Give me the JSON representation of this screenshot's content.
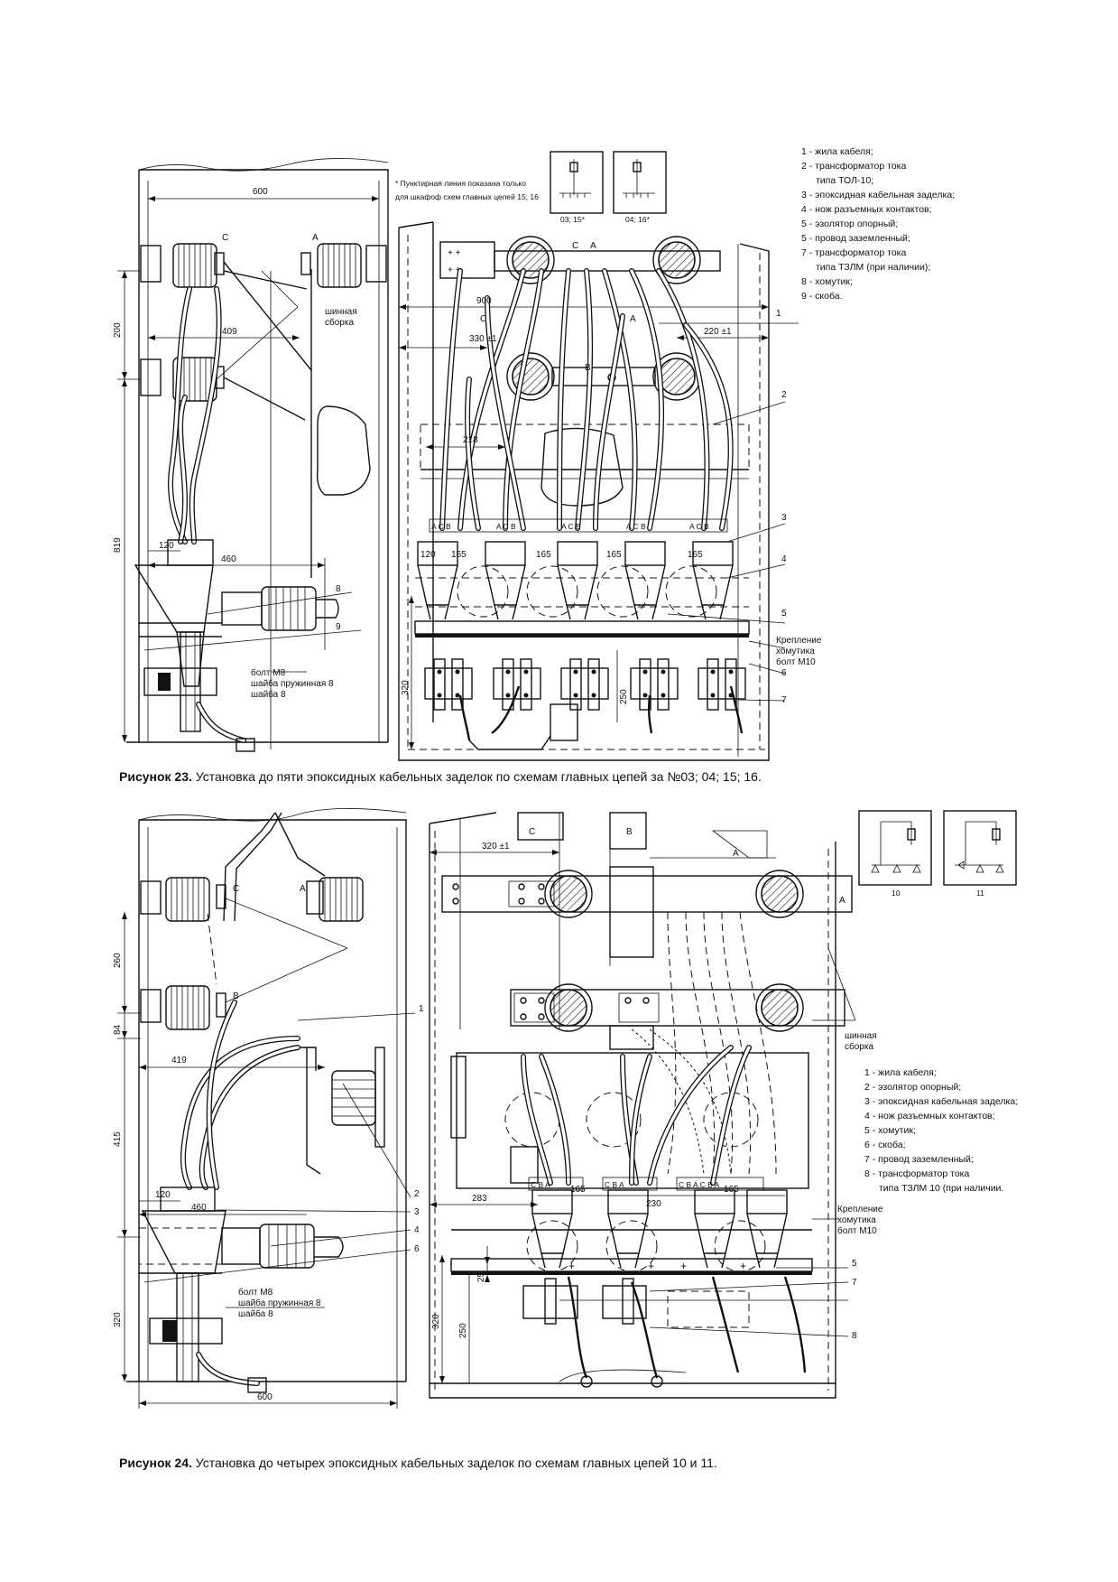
{
  "figure23": {
    "caption_label": "Рисунок 23.",
    "caption_text": " Установка до пяти эпоксидных кабельных заделок по схемам главных цепей за №03; 04; 15; 16.",
    "note": "* Пунктирная линия показана только",
    "note2": "для шкафоф схем главных цепей 15; 16",
    "schemes": [
      "03; 15*",
      "04; 16*"
    ],
    "legend": [
      "1 - жила кабеля;",
      "2 - трансформатор тока",
      "     типа ТОЛ-10;",
      "3 - эпоксидная кабельная заделка;",
      "4 - нож разъемных контактов;",
      "5 - эзолятор опорный;",
      "5 - провод заземленный;",
      "7 - трансформатор тока",
      "     типа ТЗЛМ (при наличии);",
      "8 - хомутик;",
      "9 - скоба."
    ],
    "dims": {
      "d600": "600",
      "d409": "409",
      "d200": "200",
      "d819": "819",
      "d120": "120",
      "d460": "460",
      "d320": "320",
      "d900": "900",
      "d330": "330 ±1",
      "d220": "220 ±1",
      "d218": "218",
      "d165": "165",
      "d250": "250"
    },
    "labels": {
      "bus": "шинная",
      "bus2": "сборка",
      "phaseA": "A",
      "phaseB": "B",
      "phaseC": "C",
      "bolt": "болт М8",
      "washer1": "шайба пружинная 8",
      "washer2": "шайба 8",
      "clamp1": "Крепление",
      "clamp2": "хомутика",
      "clamp3": "болт М10"
    }
  },
  "figure24": {
    "caption_label": "Рисунок 24.",
    "caption_text": " Установка до четырех эпоксидных кабельных заделок по схемам главных цепей 10 и 11.",
    "schemes": [
      "10",
      "11"
    ],
    "legend": [
      "1 - жила кабеля;",
      "2 - эзолятор опорный;",
      "3 - эпоксидная кабельная заделка;",
      "4 - нож разъемных контактов;",
      "5 - хомутик;",
      "6 - скоба;",
      "7 - провод заземленный;",
      "8 - трансформатор тока",
      "     типа ТЗЛМ 10 (при наличии."
    ],
    "dims": {
      "d260": "260",
      "d84": "84",
      "d419": "419",
      "d415": "415",
      "d120": "120",
      "d460": "460",
      "d320": "320",
      "d600": "600",
      "d320b": "320 ±1",
      "d283": "283",
      "d165": "165",
      "d230": "230",
      "d25": "25",
      "d250": "250"
    },
    "labels": {
      "bus": "шинная",
      "bus2": "сборка",
      "bolt": "болт М8",
      "washer1": "шайба пружинная 8",
      "washer2": "шайба 8",
      "clamp1": "Крепление",
      "clamp2": "хомутика",
      "clamp3": "болт М10"
    }
  }
}
